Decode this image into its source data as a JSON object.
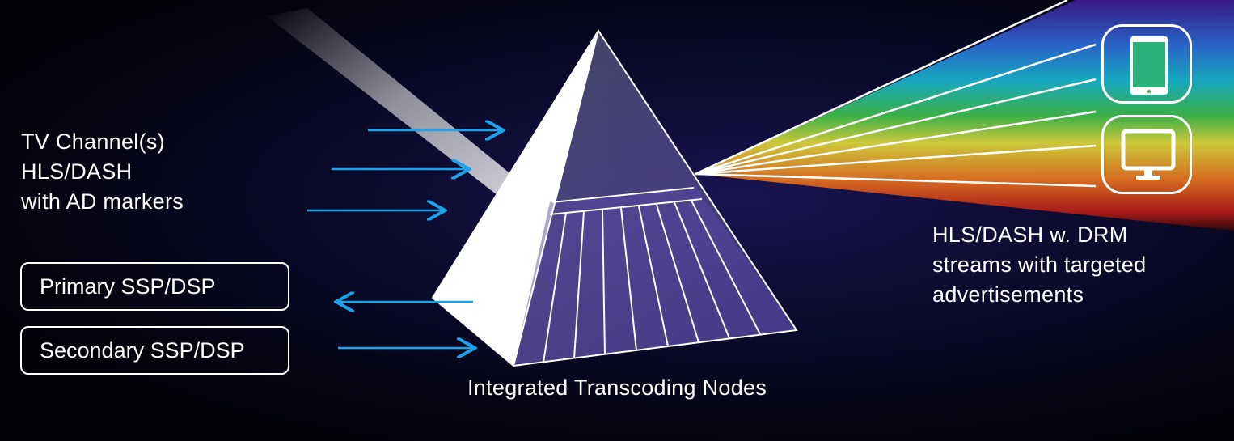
{
  "inputs": {
    "tv_channel_lines": [
      "TV Channel(s)",
      "HLS/DASH",
      "with AD markers"
    ]
  },
  "ad_partners": {
    "primary": "Primary SSP/DSP",
    "secondary": "Secondary SSP/DSP"
  },
  "center": {
    "label": "Integrated Transcoding Nodes"
  },
  "outputs": {
    "lines": [
      "HLS/DASH w. DRM",
      "streams with targeted",
      "advertisements"
    ],
    "devices": [
      "tablet-icon",
      "monitor-icon"
    ]
  },
  "colors": {
    "arrow": "#1aa3e8",
    "background": "#05051a"
  }
}
